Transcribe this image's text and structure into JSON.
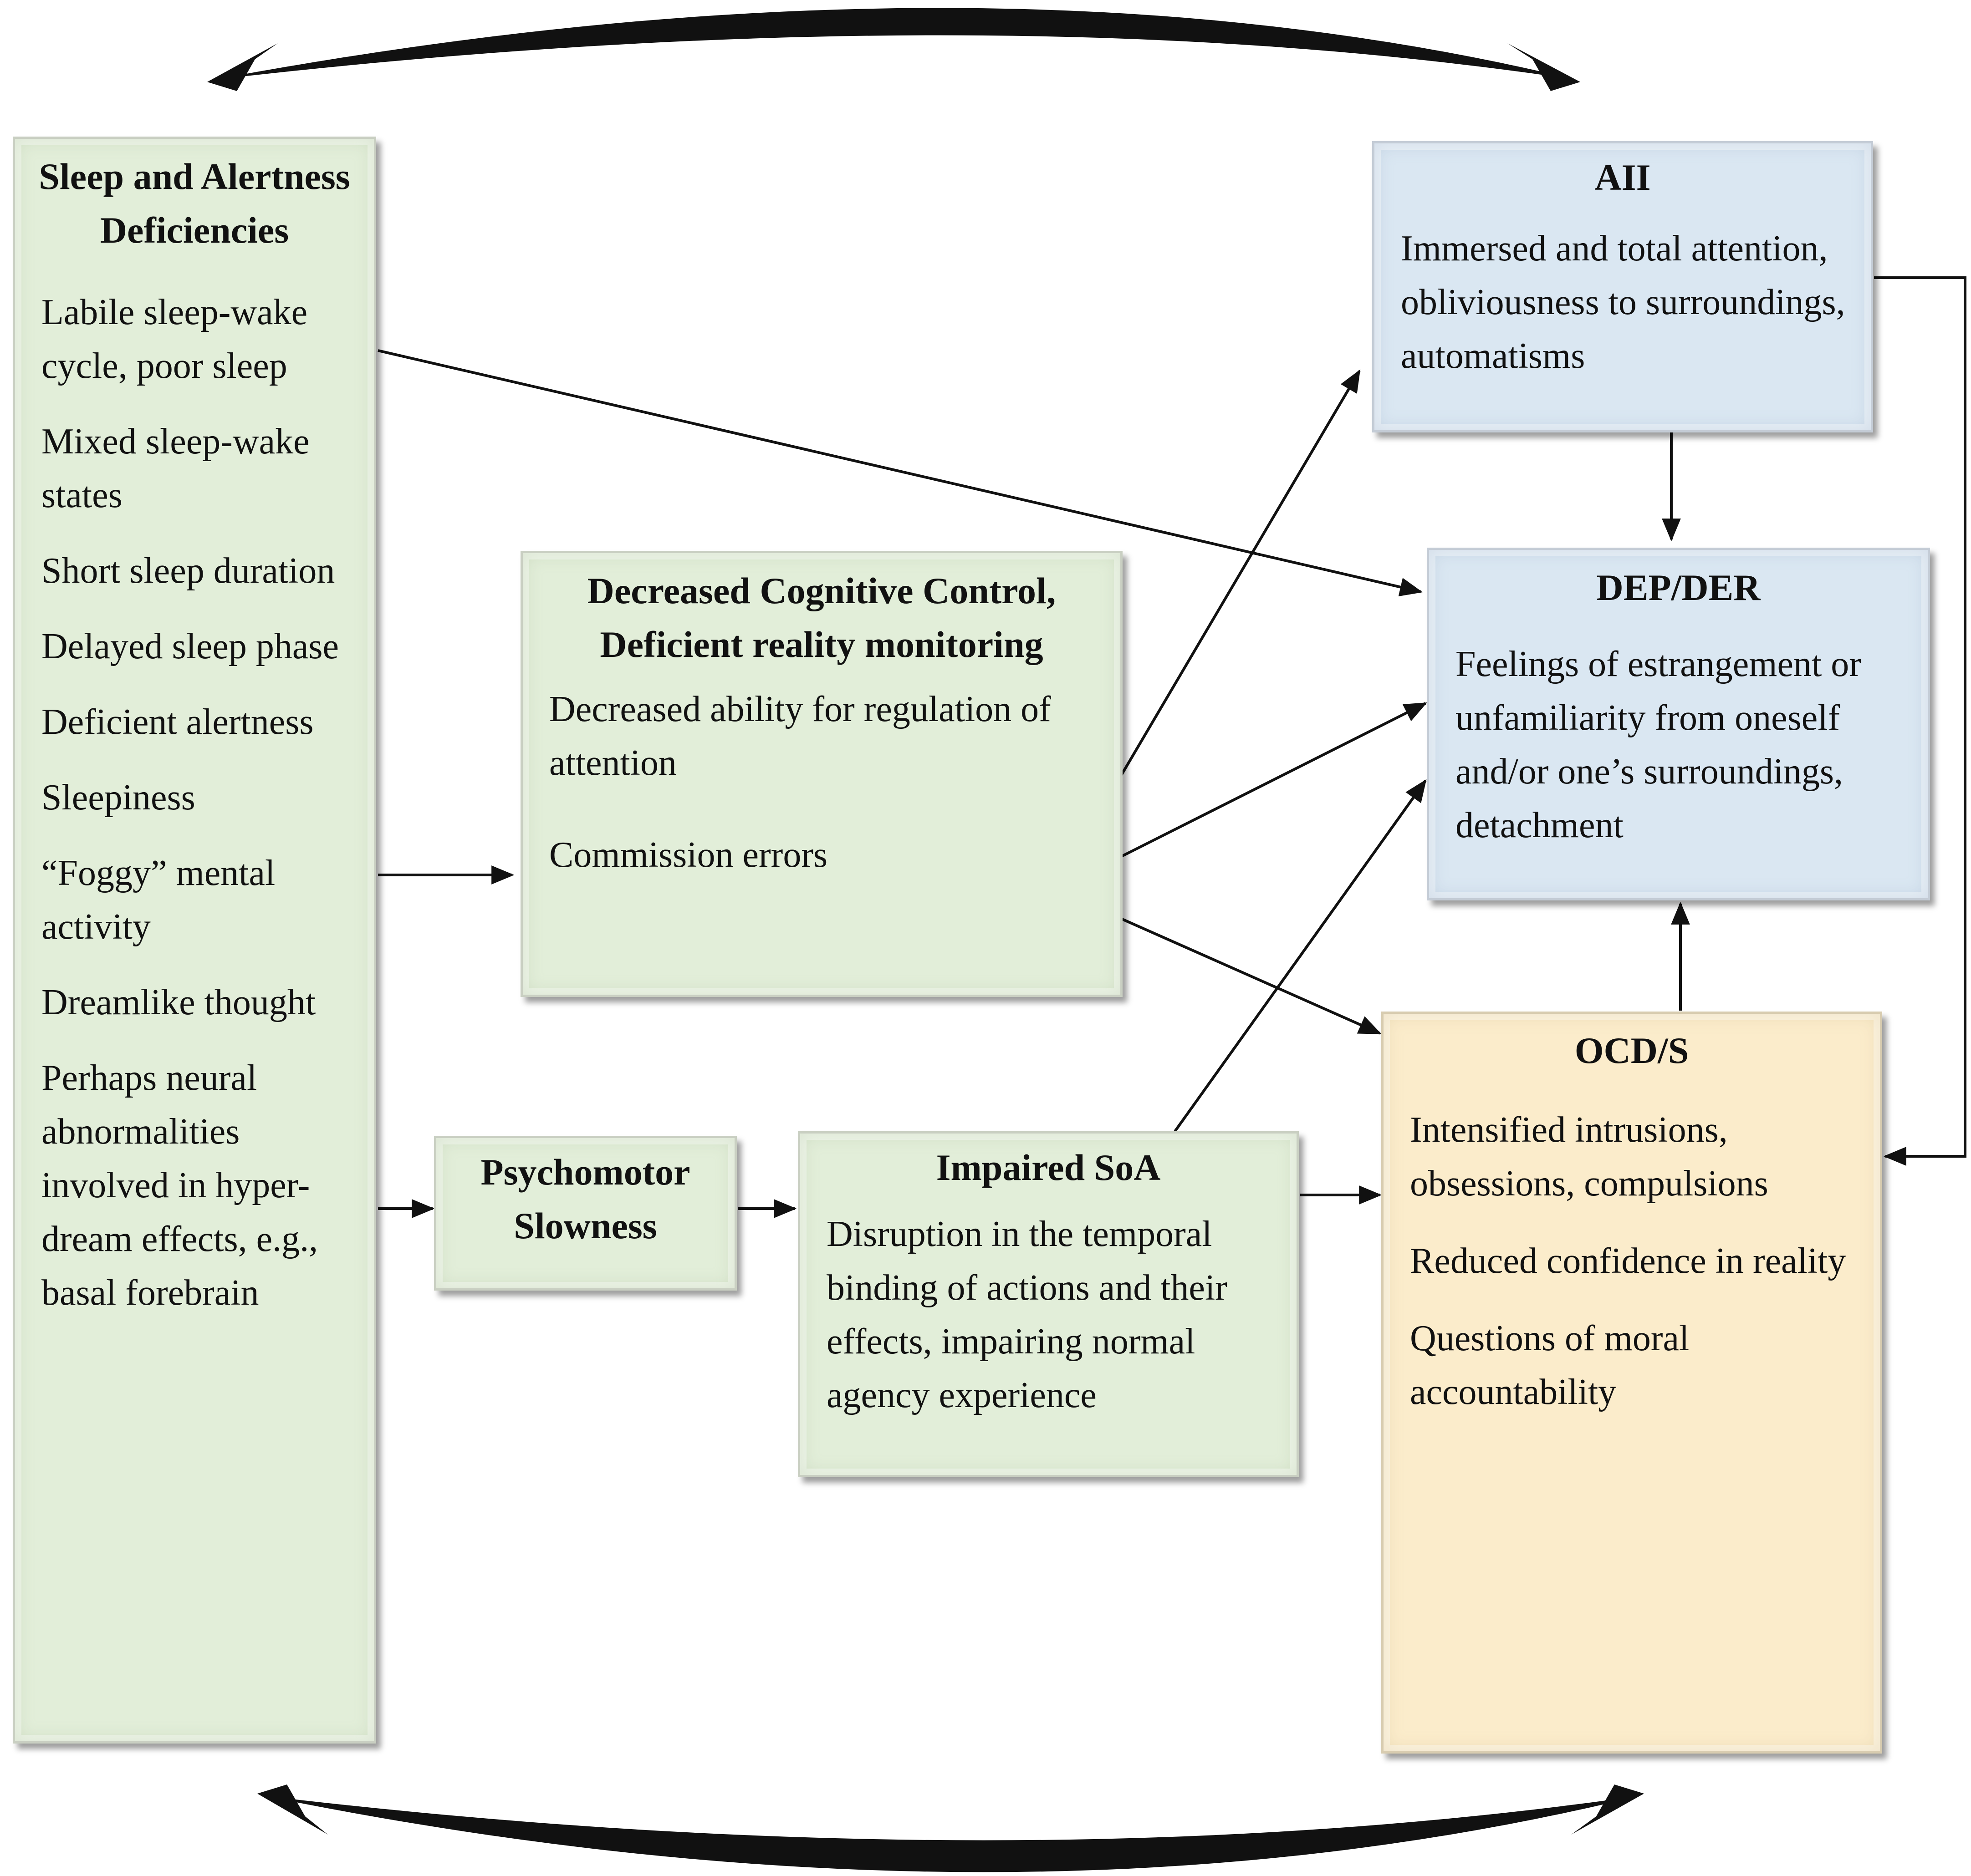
{
  "boxes": {
    "sleep": {
      "title": "Sleep and Alertness Deficiencies",
      "items": [
        "Labile sleep-wake cycle, poor sleep",
        "Mixed sleep-wake states",
        "Short sleep duration",
        "Delayed sleep phase",
        "Deficient alertness",
        "Sleepiness",
        "“Foggy” mental activity",
        "Dreamlike thought",
        "Perhaps neural abnormalities involved in hyper-dream effects, e.g., basal forebrain"
      ]
    },
    "cognitive": {
      "title": "Decreased Cognitive Control, Deficient reality monitoring",
      "items": [
        "Decreased ability for regulation of attention",
        "Commission errors"
      ]
    },
    "psychomotor": {
      "title": "Psychomotor Slowness"
    },
    "soa": {
      "title": "Impaired SoA",
      "items": [
        "Disruption in the temporal binding of actions and their effects, impairing normal agency experience"
      ]
    },
    "aii": {
      "title": "AII",
      "items": [
        "Immersed and total attention, obliviousness to surroundings, automatisms"
      ]
    },
    "dep": {
      "title": "DEP/DER",
      "items": [
        "Feelings of estrangement or unfamiliarity from oneself and/or one’s surroundings, detachment"
      ]
    },
    "ocd": {
      "title": "OCD/S",
      "items": [
        "Intensified intrusions, obsessions, compulsions",
        "Reduced confidence in reality",
        "Questions of moral accountability"
      ]
    }
  },
  "colors": {
    "green": "#e2eed9",
    "blue": "#dae7f2",
    "yellow": "#fbeccb",
    "line": "#111111"
  }
}
